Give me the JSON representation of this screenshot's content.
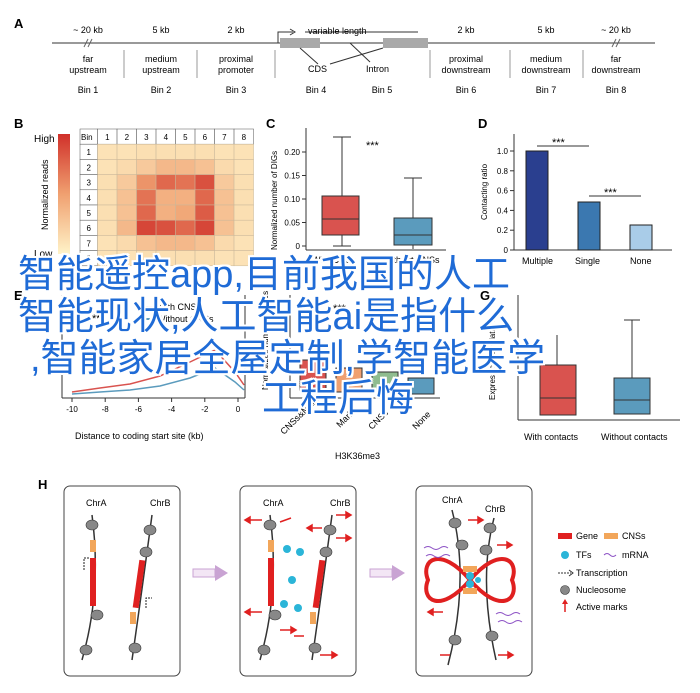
{
  "panelA": {
    "letter": "A",
    "bins": [
      {
        "dist": "~ 20 kb",
        "l1": "far",
        "l2": "upstream",
        "bin": "Bin 1"
      },
      {
        "dist": "5 kb",
        "l1": "medium",
        "l2": "upstream",
        "bin": "Bin 2"
      },
      {
        "dist": "2 kb",
        "l1": "proximal",
        "l2": "promoter",
        "bin": "Bin 3"
      },
      {
        "dist": "",
        "l1": "",
        "l2": "",
        "bin": "Bin 4"
      },
      {
        "dist": "",
        "l1": "",
        "l2": "",
        "bin": "Bin 5"
      },
      {
        "dist": "2 kb",
        "l1": "proximal",
        "l2": "downstream",
        "bin": "Bin 6"
      },
      {
        "dist": "5 kb",
        "l1": "medium",
        "l2": "downstream",
        "bin": "Bin 7"
      },
      {
        "dist": "~ 20 kb",
        "l1": "far",
        "l2": "downstream",
        "bin": "Bin 8"
      }
    ],
    "variable_length": "variable length",
    "cds": "CDS",
    "intron": "Intron"
  },
  "panelB": {
    "letter": "B",
    "high": "High",
    "low": "Low",
    "ylabel": "Normalized reads",
    "corner": "Bin",
    "rows": [
      "1",
      "2",
      "3",
      "4",
      "5",
      "6",
      "7",
      "8"
    ],
    "cols": [
      "1",
      "2",
      "3",
      "4",
      "5",
      "6",
      "7",
      "8"
    ],
    "matrix": [
      [
        0.1,
        0.1,
        0.12,
        0.12,
        0.12,
        0.12,
        0.1,
        0.1
      ],
      [
        0.1,
        0.15,
        0.25,
        0.35,
        0.35,
        0.3,
        0.15,
        0.1
      ],
      [
        0.12,
        0.25,
        0.55,
        0.75,
        0.7,
        0.85,
        0.25,
        0.12
      ],
      [
        0.12,
        0.3,
        0.7,
        0.4,
        0.4,
        0.75,
        0.3,
        0.12
      ],
      [
        0.12,
        0.3,
        0.75,
        0.4,
        0.45,
        0.8,
        0.3,
        0.12
      ],
      [
        0.12,
        0.35,
        0.9,
        0.85,
        0.75,
        0.9,
        0.3,
        0.12
      ],
      [
        0.1,
        0.15,
        0.3,
        0.35,
        0.35,
        0.3,
        0.15,
        0.1
      ],
      [
        0.1,
        0.1,
        0.12,
        0.12,
        0.12,
        0.12,
        0.1,
        0.1
      ]
    ]
  },
  "panelC": {
    "letter": "C",
    "ylabel": "Normalized number of DIGs",
    "ticks": [
      "0.20",
      "0.15",
      "0.10",
      "0.05",
      "0"
    ],
    "stars": "***",
    "categories": [
      "With CNSs",
      "Without CNSs"
    ]
  },
  "panelD": {
    "letter": "D",
    "ylabel": "Contacting ratio",
    "ticks": [
      "1.0",
      "0.8",
      "0.6",
      "0.4",
      "0.2",
      "0"
    ],
    "stars1": "***",
    "stars2": "***",
    "categories": [
      "Multiple",
      "Single",
      "None"
    ]
  },
  "panelE": {
    "letter": "E",
    "legend1": "With CNSs",
    "legend2": "Without CNSs",
    "stars": "***",
    "xlabel": "Distance to coding start site (kb)",
    "xticks": [
      "-10",
      "-8",
      "-6",
      "-4",
      "-2",
      "0"
    ]
  },
  "panelF": {
    "ylabel": "Normalized number of DIGs",
    "stars1": "***",
    "stars2": "***",
    "categories": [
      "CNSs&Mark",
      "Mark",
      "CNSs",
      "None"
    ],
    "xlabel": "H3K36me3"
  },
  "panelG": {
    "letter": "G",
    "ylabel": "Expression correlation",
    "categories": [
      "With contacts",
      "Without contacts"
    ]
  },
  "panelH": {
    "letter": "H",
    "chrA": "ChrA",
    "chrB": "ChrB",
    "legend": [
      {
        "label": "Gene",
        "color": "#e02020"
      },
      {
        "label": "CNSs",
        "color": "#f2a65a"
      },
      {
        "label": "TFs",
        "color": "#2bb5d8"
      },
      {
        "label": "mRNA",
        "color": "#8b4fc4"
      },
      {
        "label": "Transcription",
        "color": "#333333"
      },
      {
        "label": "Nucleosome",
        "color": "#888888"
      },
      {
        "label": "Active marks",
        "color": "#e02020"
      }
    ]
  },
  "overlay": {
    "line1": "智能遥控app,目前我国的人工",
    "line2": "智能现状,人工智能ai是指什么",
    "line3": ",智能家居全屋定制,学智能医学",
    "line4": "工程后悔"
  },
  "colors": {
    "accent": "#1f6bd6",
    "gene": "#e02020",
    "cns": "#f2a65a"
  }
}
